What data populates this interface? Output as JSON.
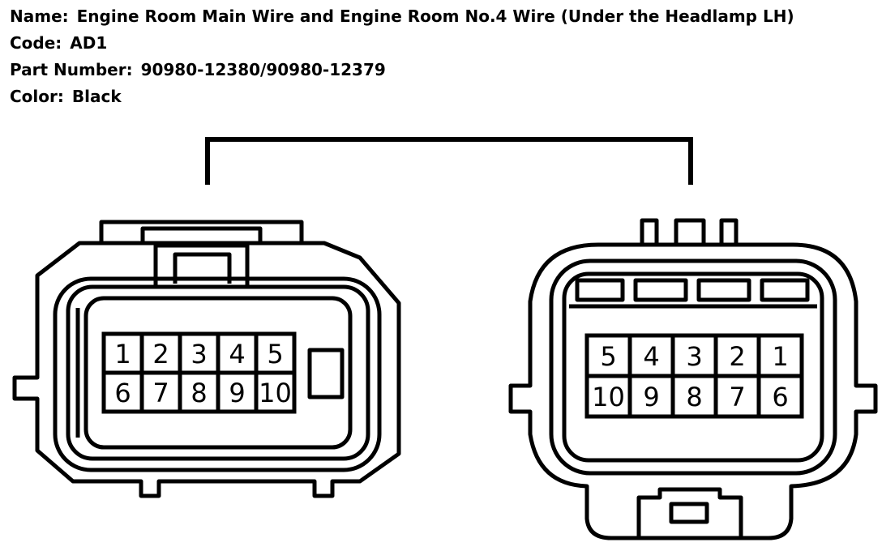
{
  "header": {
    "name_label": "Name:",
    "name_value": "Engine Room Main Wire and Engine Room No.4 Wire (Under the Headlamp LH)",
    "code_label": "Code:",
    "code_value": "AD1",
    "part_label": "Part Number:",
    "part_value": "90980-12380/90980-12379",
    "color_label": "Color:",
    "color_value": "Black"
  },
  "connectors": {
    "left": {
      "rows": [
        [
          "1",
          "2",
          "3",
          "4",
          "5"
        ],
        [
          "6",
          "7",
          "8",
          "9",
          "10"
        ]
      ]
    },
    "right": {
      "rows": [
        [
          "5",
          "4",
          "3",
          "2",
          "1"
        ],
        [
          "10",
          "9",
          "8",
          "7",
          "6"
        ]
      ]
    }
  }
}
